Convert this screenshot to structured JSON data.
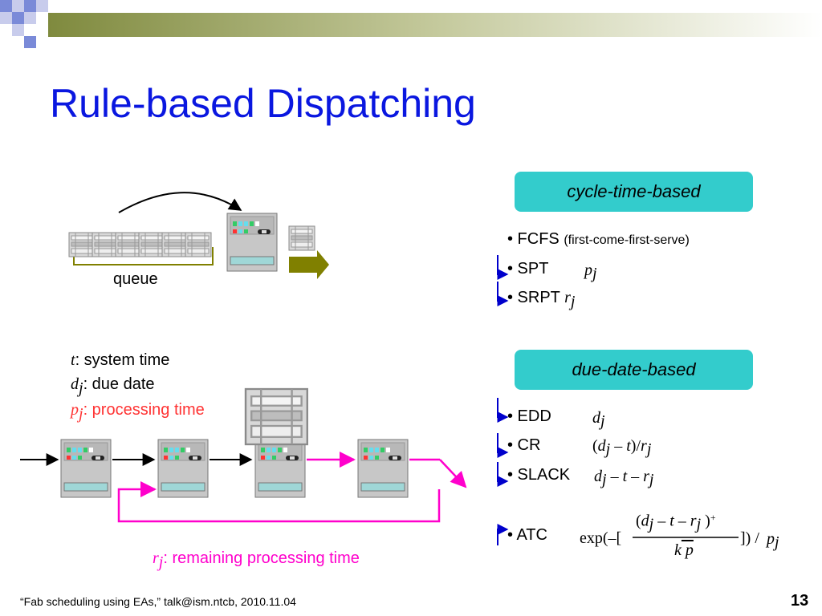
{
  "slide": {
    "title": "Rule-based Dispatching",
    "footer": "“Fab scheduling using EAs,” talk@ism.ntcb, 2010.11.04",
    "page_number": "13"
  },
  "diagram": {
    "queue_label": "queue",
    "legend": {
      "t_sym": "t",
      "t_text": ": system time",
      "d_sym": "d",
      "d_sub": "j",
      "d_text": ": due date",
      "p_sym": "p",
      "p_sub": "j",
      "p_text": ": processing time",
      "r_sym": "r",
      "r_sub": "j",
      "r_text": ": remaining processing time"
    }
  },
  "rules": {
    "cycle_time_title": "cycle-time-based",
    "fcfs_label": "• FCFS",
    "fcfs_note": "(first-come-first-serve)",
    "spt_label": "• SPT",
    "spt_sym": "p",
    "spt_sub": "j",
    "srpt_label": "• SRPT",
    "srpt_sym": "r",
    "srpt_sub": "j",
    "due_date_title": "due-date-based",
    "edd_label": "• EDD",
    "edd_sym": "d",
    "edd_sub": "j",
    "cr_label": "• CR",
    "slack_label": "• SLACK",
    "atc_label": "• ATC",
    "atc_exp": "exp(–[",
    "atc_close": "]) /",
    "atc_num": "(d j – t – r j )",
    "atc_plus": "+",
    "atc_den": "k p",
    "atc_p": "p",
    "atc_p_sub": "j"
  },
  "colors": {
    "title_blue": "#0a17e0",
    "pill_teal": "#33cccc",
    "arrow_blue": "#0000cc",
    "magenta": "#ff00cc",
    "red": "#ff3333",
    "olive": "#808000"
  }
}
